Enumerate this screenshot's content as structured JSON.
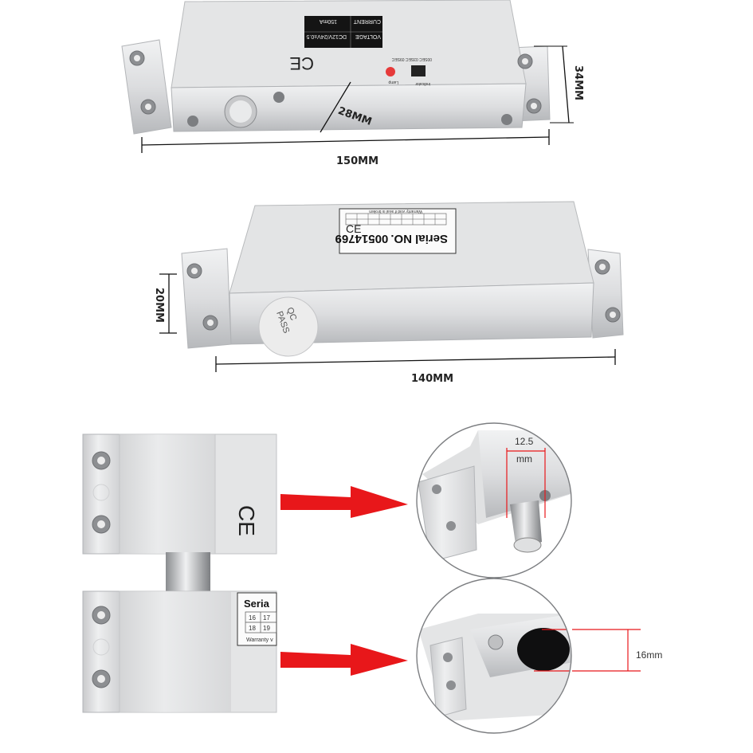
{
  "top_view": {
    "label_voltage": "VOLTAGE",
    "label_current": "CURRENT",
    "value_voltage": "DC12V/24V±0.5",
    "value_current": "150mA",
    "ce_mark": "CE",
    "lamp_label": "Lamp",
    "indicator_label": "indicator",
    "switch_labels": "00SEC  03SEC  09SEC",
    "dim_length": "150MM",
    "dim_height": "34MM",
    "dim_depth": "28MM"
  },
  "back_view": {
    "serial_label": "Serial NO.",
    "serial_number": "00514769",
    "warranty_text": "Warranty void if seal is broken",
    "qc_stamp": "QC\nPASS",
    "dim_length": "140MM",
    "dim_height": "20MM"
  },
  "detail_views": {
    "ce_mark": "CE",
    "serial_fragment": "Seria",
    "grid_numbers_row1": [
      "16",
      "17"
    ],
    "grid_numbers_row2": [
      "18",
      "19"
    ],
    "warranty_fragment": "Warranty v",
    "pin_measure": "12.5 mm",
    "hole_measure": "16mm"
  },
  "colors": {
    "metal": "#d9dadb",
    "metal_dark": "#a9abad",
    "arrow_red": "#e8171a",
    "measure_red": "#e8171a",
    "label_black": "#141414"
  }
}
